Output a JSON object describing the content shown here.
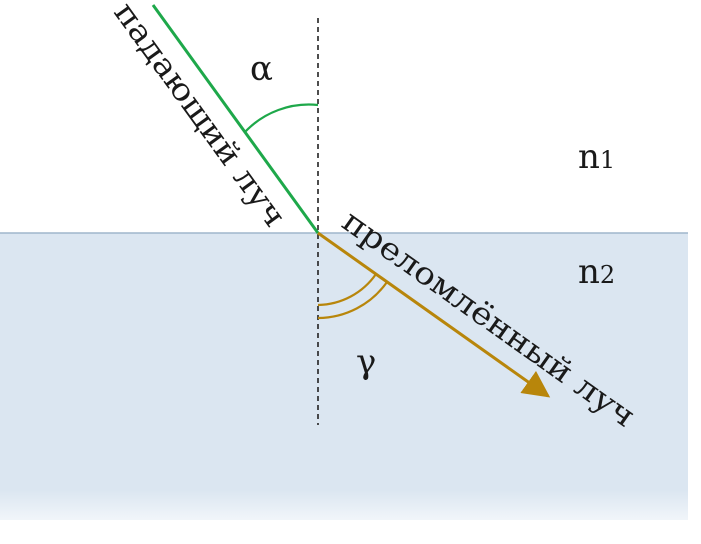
{
  "labels": {
    "incident_ray": "падающий луч",
    "refracted_ray": "преломлённый луч",
    "angle_incidence": "α",
    "angle_refraction": "γ",
    "medium1_n": "n",
    "medium1_sub": "1",
    "medium2_n": "n",
    "medium2_sub": "2"
  },
  "colors": {
    "incident_ray": "#1ea84a",
    "refracted_ray": "#b8860b",
    "medium2_fill": "#dbe6f1",
    "interface": "#9fb6cc",
    "normal_line": "#222222"
  }
}
